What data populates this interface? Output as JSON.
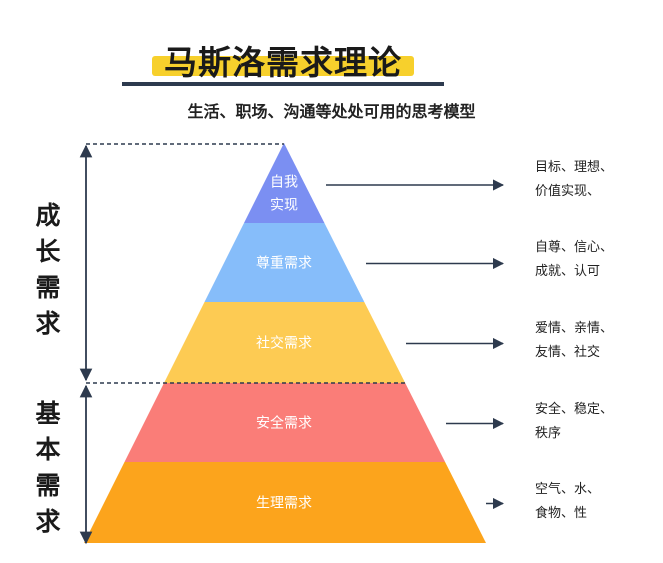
{
  "title": "马斯洛需求理论",
  "subtitle": "生活、职场、沟通等处处可用的思考模型",
  "group_labels": {
    "growth": [
      "成",
      "长",
      "需",
      "求"
    ],
    "basic": [
      "基",
      "本",
      "需",
      "求"
    ]
  },
  "levels": [
    {
      "label_lines": [
        "自我",
        "实现"
      ],
      "color": "#7b8ff2",
      "desc_lines": [
        "目标、理想、",
        "价值实现、"
      ]
    },
    {
      "label_lines": [
        "尊重需求"
      ],
      "color": "#86bdfa",
      "desc_lines": [
        "自尊、信心、",
        "成就、认可"
      ]
    },
    {
      "label_lines": [
        "社交需求"
      ],
      "color": "#fdcb53",
      "desc_lines": [
        "爱情、亲情、",
        "友情、社交"
      ]
    },
    {
      "label_lines": [
        "安全需求"
      ],
      "color": "#fa7d78",
      "desc_lines": [
        "安全、稳定、",
        "秩序"
      ]
    },
    {
      "label_lines": [
        "生理需求"
      ],
      "color": "#fca41c",
      "desc_lines": [
        "空气、水、",
        "食物、性"
      ]
    }
  ],
  "colors": {
    "accent_highlight": "#f7d02c",
    "dark_line": "#2d3a4e"
  }
}
